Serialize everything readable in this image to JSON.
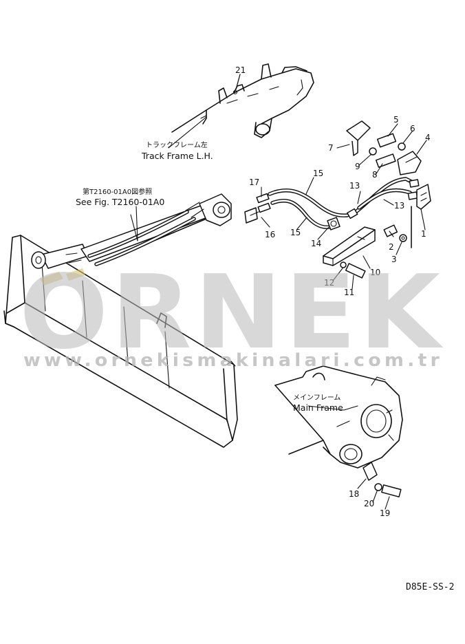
{
  "labels": {
    "track_frame_jp": "トラックフレーム左",
    "track_frame_en": "Track Frame L.H.",
    "see_fig_jp": "第T2160-01A0図参照",
    "see_fig_en": "See Fig. T2160-01A0",
    "main_frame_jp": "メインフレーム",
    "main_frame_en": "Main Frame"
  },
  "parts": {
    "p1": "1",
    "p2": "2",
    "p3": "3",
    "p4": "4",
    "p5": "5",
    "p6": "6",
    "p7": "7",
    "p8": "8",
    "p9": "9",
    "p10": "10",
    "p11": "11",
    "p12": "12",
    "p13a": "13",
    "p13b": "13",
    "p14": "14",
    "p15a": "15",
    "p15b": "15",
    "p16": "16",
    "p17": "17",
    "p18": "18",
    "p19": "19",
    "p20": "20",
    "p21": "21"
  },
  "watermark": {
    "brand": "ORNEK",
    "url": "www.ornekismakinalari.com.tr"
  },
  "diagram_code": "D85E-SS-2"
}
